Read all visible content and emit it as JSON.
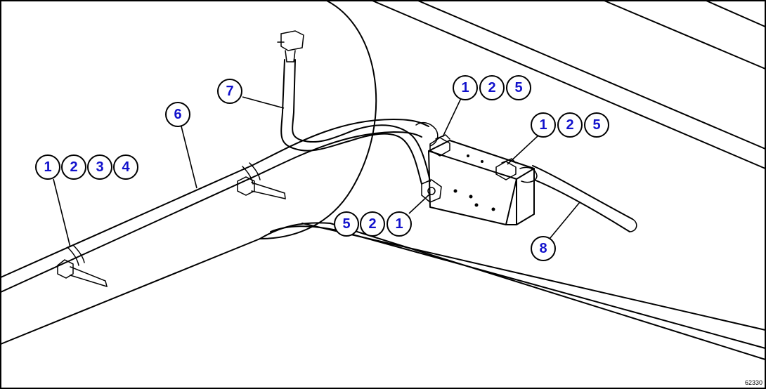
{
  "figure_id": "62330",
  "callouts": {
    "c_7": "7",
    "c_6": "6",
    "c_1a": "1",
    "c_2a": "2",
    "c_3a": "3",
    "c_4a": "4",
    "c_1b": "1",
    "c_2b": "2",
    "c_5b": "5",
    "c_1c": "1",
    "c_2c": "2",
    "c_5c": "5",
    "c_5d": "5",
    "c_2d": "2",
    "c_1d": "1",
    "c_8": "8"
  }
}
